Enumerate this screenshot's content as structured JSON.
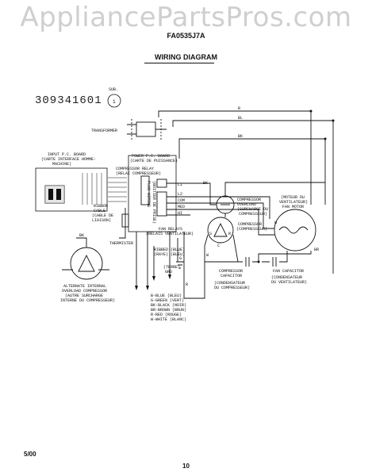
{
  "watermark": "AppliancePartsPros.com",
  "header": {
    "model": "FA0535J7A",
    "diagram_title": "WIRING DIAGRAM"
  },
  "part_number": "309341601",
  "sub": {
    "label": "SUB.",
    "number": "1"
  },
  "labels": {
    "transformer": "TRANSFORMER",
    "input_board": [
      "INPUT P.C. BOARD",
      "(CARTE INTERFACE HOMME-",
      "MACHINE)"
    ],
    "power_board": [
      "POWER P.C. BOARD",
      "(CARTE DE PUISSANCE)"
    ],
    "compressor_relay": [
      "COMPRESSOR RELAY",
      "(RELAI COMPRESSEUR)"
    ],
    "ribbon_cable": [
      "RIBBON",
      "CABLE",
      "(CABLE DE",
      "LIAISON)"
    ],
    "plug_vertical": [
      "PLUG WIRING",
      "(BOITIER DE PRISE)"
    ],
    "thermistor": "THERMISTER",
    "compressor_overload": [
      "COMPRESSOR",
      "OVERLOAD",
      "(SURCHARGE DU",
      "COMPRESSEUR)"
    ],
    "fan_motor": [
      "(MOTEUR DU",
      "VENTILATEUR)",
      "FAN MOTOR"
    ],
    "compressor": [
      "COMPRESSOR",
      "(COMPRESSEUR)"
    ],
    "fan_relays": [
      "FAN RELAYS",
      "(RELAIS VENTILATEUR)"
    ],
    "ribbed": [
      "RIBBED  (BLUE)",
      "(RAYE)  (BLEU)"
    ],
    "ground": [
      "(TERRE)",
      "GRD"
    ],
    "color_key": [
      "B-BLUE (BLEU)",
      "G-GREEN (VERT)",
      "BK-BLACK (NOIR)",
      "BR-BROWN (BRUN)",
      "R-RED (ROUGE)",
      "W-WHITE (BLANC)"
    ],
    "compressor_capacitor": [
      "COMPRESSOR",
      "CAPACITOR",
      "(CONDENSATEUR",
      "DU COMPRESSEUR)"
    ],
    "fan_capacitor": [
      "FAN CAPACITOR",
      "(CONDENSATEUR",
      "DU VENTILATEUR)"
    ],
    "alt_overload": [
      "ALTERNATE INTERNAL",
      "OVERLOAD COMPRESSOR",
      "(AUTRE SURCHARGE",
      "INTERNE DU COMPRESSEUR)"
    ],
    "relay_terms": [
      "L1",
      "L2",
      "COM",
      "MED",
      "HI"
    ],
    "wire_codes": {
      "r": "R",
      "bl": "BL",
      "bk": "BK",
      "bk2": "BK",
      "w": "W",
      "br": "BR",
      "g": "G",
      "r2": "R",
      "w2": "W",
      "bk3": "BK"
    },
    "comp_terms": {
      "c": "C",
      "s": "S",
      "r": "R"
    }
  },
  "footer": {
    "date": "5/00",
    "page": "10"
  }
}
